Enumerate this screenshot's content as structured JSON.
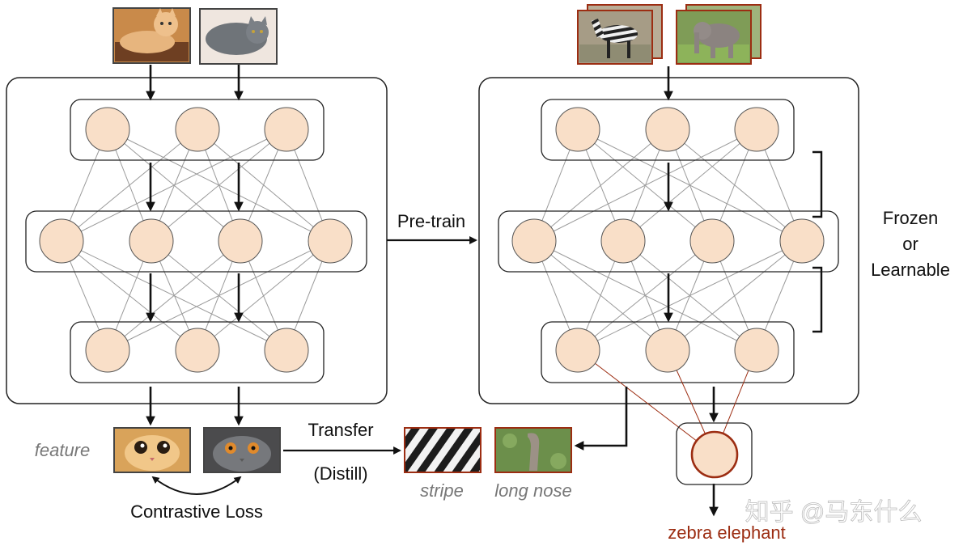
{
  "labels": {
    "pretrain": "Pre-train",
    "frozen": "Frozen",
    "or": "or",
    "learnable": "Learnable",
    "feature": "feature",
    "contrastive_loss": "Contrastive Loss",
    "transfer": "Transfer",
    "distill": "(Distill)",
    "stripe": "stripe",
    "long_nose": "long nose",
    "output": "zebra elephant",
    "watermark": "知乎 @马东什么"
  },
  "images": {
    "cat1": "orange-cat-photo",
    "cat2": "gray-cat-photo",
    "zebra": "zebra-photo",
    "elephant": "elephant-photo",
    "cat1_face": "orange-cat-face-photo",
    "cat2_face": "gray-cat-face-photo",
    "stripe_patch": "zebra-stripe-photo",
    "trunk_patch": "elephant-trunk-photo"
  },
  "colors": {
    "node_fill": "#f9dfc8",
    "node_stroke": "#555555",
    "output_stroke": "#9c2d12",
    "output_text": "#9c2d12",
    "photo_border_right": "#9c2d12",
    "photo_border_left": "#444444",
    "edge": "#9a9a9a",
    "italic_text": "#777777"
  }
}
